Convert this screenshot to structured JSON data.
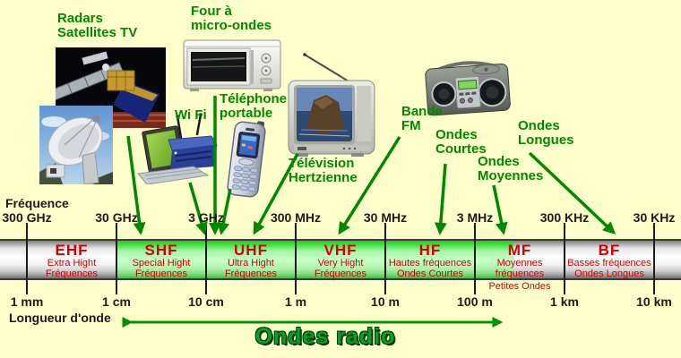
{
  "colors": {
    "background": "#ffffcc",
    "accent_green": "#008800",
    "accent_red": "#cc0000",
    "band_highlight_green": "#aaf5aa",
    "band_metal_gray": "#e6e6e6"
  },
  "device_labels": [
    {
      "id": "radars",
      "label": "Radars\nSatellites TV"
    },
    {
      "id": "microwave",
      "label": "Four à\nmicro-ondes"
    },
    {
      "id": "wifi",
      "label": "Wi Fi"
    },
    {
      "id": "phone",
      "label": "Téléphone\nportable"
    },
    {
      "id": "tv",
      "label": "Télévision\nHertzienne"
    },
    {
      "id": "fm",
      "label": "Bande\nFM"
    },
    {
      "id": "shortwave",
      "label": "Ondes\nCourtes"
    },
    {
      "id": "mediumwave",
      "label": "Ondes\nMoyennes"
    },
    {
      "id": "longwave",
      "label": "Ondes\nLongues"
    }
  ],
  "frequency_axis": {
    "label": "Fréquence",
    "ticks": [
      "300 GHz",
      "30 GHz",
      "3 GHz",
      "300 MHz",
      "30 MHz",
      "3 MHz",
      "300 KHz",
      "30 KHz"
    ]
  },
  "wavelength_axis": {
    "label": "Longueur d'onde",
    "ticks": [
      "1 mm",
      "1 cm",
      "10 cm",
      "1 m",
      "10 m",
      "100 m",
      "1 km",
      "10 km"
    ]
  },
  "bands": [
    {
      "abbr": "EHF",
      "name": "Extra Hight\nFréquences"
    },
    {
      "abbr": "SHF",
      "name": "Special Hight\nFréquences"
    },
    {
      "abbr": "UHF",
      "name": "Ultra Hight\nFréquences"
    },
    {
      "abbr": "VHF",
      "name": "Very Hight\nFréquences"
    },
    {
      "abbr": "HF",
      "name": "Hautes fréquences\nOndes Courtes"
    },
    {
      "abbr": "MF",
      "name": "Moyennes\nfréquences",
      "note": "Petites Ondes"
    },
    {
      "abbr": "BF",
      "name": "Basses fréquences\nOndes Longues"
    }
  ],
  "footer": {
    "radio_waves_label": "Ondes radio"
  }
}
